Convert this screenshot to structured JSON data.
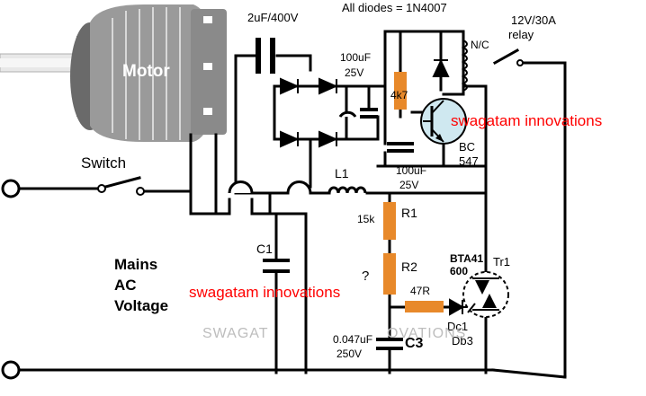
{
  "labels": {
    "motor": "Motor",
    "switch": "Switch",
    "cap_main": "2uF/400V",
    "diodes_note": "All diodes = 1N4007",
    "relay_spec_1": "12V/30A",
    "relay_spec_2": "relay",
    "relay_nc": "N/C",
    "cap_100_top_1": "100uF",
    "cap_100_top_2": "25V",
    "res_4k7": "4k7",
    "transistor_1": "BC",
    "transistor_2": "547",
    "cap_100_bot_1": "100uF",
    "cap_100_bot_2": "25V",
    "inductor": "L1",
    "r1_value": "15k",
    "r1": "R1",
    "r2_value": "?",
    "r2": "R2",
    "triac_1": "BTA41",
    "triac_2": "600",
    "triac_ref": "Tr1",
    "c1": "C1",
    "mains_1": "Mains",
    "mains_2": "AC",
    "mains_3": "Voltage",
    "res_47": "47R",
    "diac_ref": "Dc1",
    "diac_type": "Db3",
    "c3_value_1": "0.047uF",
    "c3_value_2": "250V",
    "c3": "C3",
    "watermark_1": "swagatam innovations",
    "watermark_2": "swagatam innovations",
    "watermark_faint_1": "SWAGAT",
    "watermark_faint_2": "OVATIONS"
  },
  "colors": {
    "wire": "#000000",
    "resistor": "#e8892a",
    "watermark": "#ff0000",
    "motor_body": "#9a9a9a",
    "motor_dark": "#6f6f6f",
    "transistor_fill": "#cfe8f0"
  }
}
